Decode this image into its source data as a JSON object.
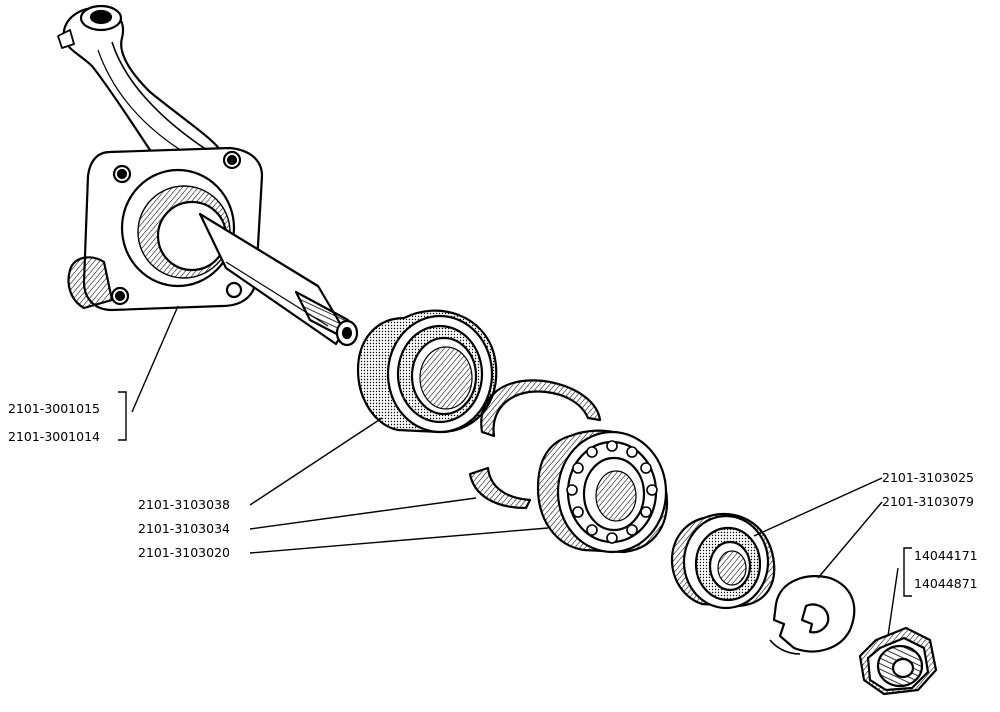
{
  "diagram": {
    "type": "exploded-assembly-drawing",
    "colors": {
      "ink": "#000000",
      "paper": "#ffffff"
    },
    "parts": [
      {
        "id": "steering-knuckle",
        "labels": [
          "2101-3001015",
          "2101-3001014"
        ]
      },
      {
        "id": "oil-seal",
        "labels": [
          "2101-3103038"
        ]
      },
      {
        "id": "spacer-ring",
        "labels": [
          "2101-3103034"
        ]
      },
      {
        "id": "inner-bearing",
        "labels": [
          "2101-3103020"
        ]
      },
      {
        "id": "outer-bearing",
        "labels": [
          "2101-3103025"
        ]
      },
      {
        "id": "washer",
        "labels": [
          "2101-3103079"
        ]
      },
      {
        "id": "hub-nut",
        "labels": [
          "14044171",
          "14044871"
        ]
      }
    ]
  }
}
